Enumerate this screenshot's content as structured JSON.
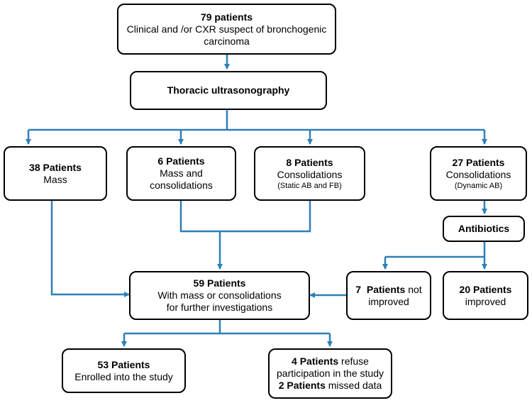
{
  "colors": {
    "arrow": "#2e7fb8",
    "border": "#000000"
  },
  "nodes": {
    "start": {
      "count": "79 patients",
      "line1": "Clinical  and /or CXR suspect of bronchogenic",
      "line2": "carcinoma"
    },
    "tus": {
      "label": "Thoracic ultrasonography"
    },
    "mass": {
      "count": "38 Patients",
      "desc": "Mass"
    },
    "mass_cons": {
      "count": "6 Patients",
      "desc1": "Mass and",
      "desc2": "consolidations"
    },
    "cons_static": {
      "count": "8  Patients",
      "desc": "Consolidations",
      "note": "(Static AB and FB)"
    },
    "cons_dynamic": {
      "count": "27 Patients",
      "desc": "Consolidations",
      "note": "(Dynamic AB)"
    },
    "antibiotics": {
      "label": "Antibiotics"
    },
    "further": {
      "count": "59  Patients",
      "desc1": "With mass or consolidations",
      "desc2": "for further investigations"
    },
    "not_improved": {
      "count": "7  Patients",
      "desc1": " not",
      "desc2": "improved"
    },
    "improved": {
      "count": "20 Patients",
      "desc": "improved"
    },
    "enrolled": {
      "count": "53 Patients",
      "desc": "Enrolled into the study"
    },
    "excluded": {
      "count1": "4 Patients",
      "desc1": " refuse",
      "desc2": "participation in the study",
      "count2": "2 Patients",
      "desc3": " missed data"
    }
  }
}
